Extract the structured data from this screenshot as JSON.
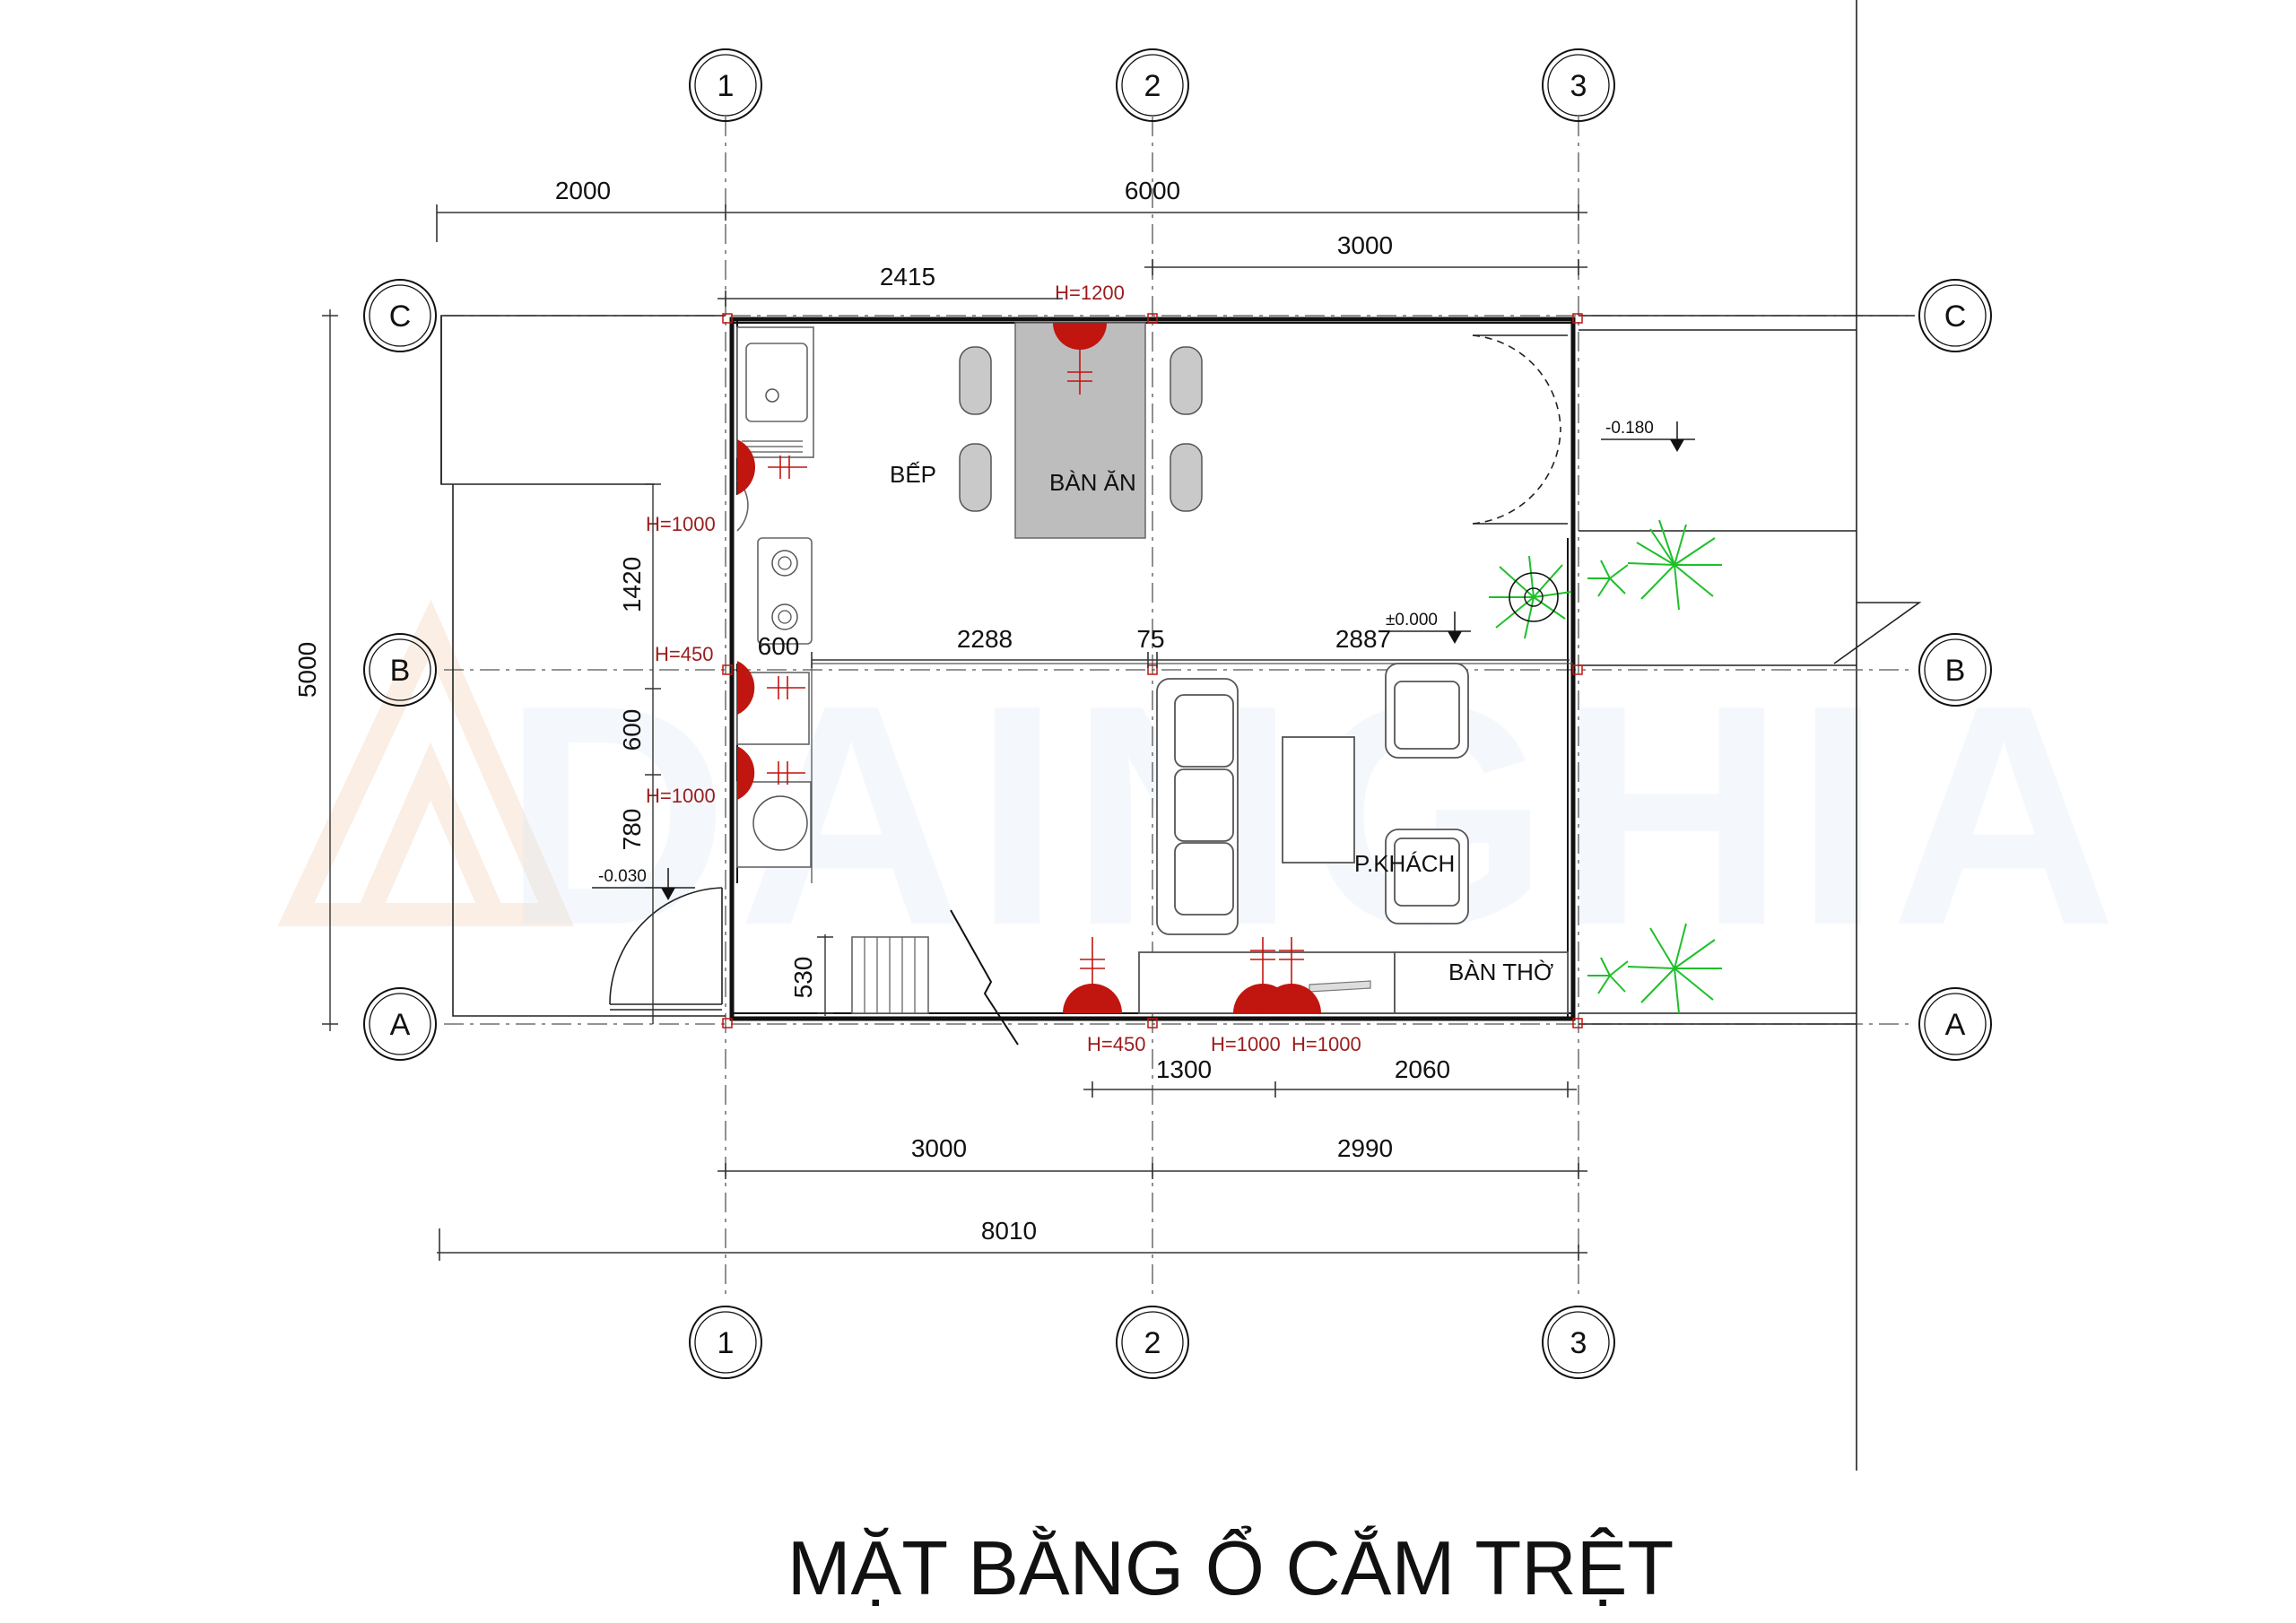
{
  "watermark": "DAINGHIA",
  "title": "MẶT BẰNG Ổ CẮM  TRỆT",
  "grid_columns": [
    "1",
    "2",
    "3"
  ],
  "grid_rows": [
    "C",
    "B",
    "A"
  ],
  "dimensions": {
    "top_2000": "2000",
    "top_6000": "6000",
    "top_2415": "2415",
    "top_3000": "3000",
    "mid_600": "600",
    "mid_2288": "2288",
    "mid_75": "75",
    "mid_2887": "2887",
    "left_5000": "5000",
    "left_1420": "1420",
    "left_600": "600",
    "left_780": "780",
    "left_530": "530",
    "bot_1300": "1300",
    "bot_2060": "2060",
    "bot_3000": "3000",
    "bot_2990": "2990",
    "bot_8010": "8010"
  },
  "socket_heights": {
    "kitchen_top": "H=1200",
    "kitchen_left": "H=1000",
    "mid_left": "H=450",
    "lower_left": "H=1000",
    "bottom_a": "H=450",
    "bottom_b": "H=1000",
    "bottom_c": "H=1000"
  },
  "levels": {
    "porch": "-0.180",
    "living": "±0.000",
    "entry": "-0.030"
  },
  "rooms": {
    "kitchen": "BẾP",
    "dining": "BÀN ĂN",
    "living": "P.KHÁCH",
    "altar": "BÀN THỜ"
  },
  "colors": {
    "socket": "#c1150f",
    "dining_table": "#bdbdbd",
    "plant": "#1fbf2a",
    "watermark": "#dbe9f6"
  }
}
